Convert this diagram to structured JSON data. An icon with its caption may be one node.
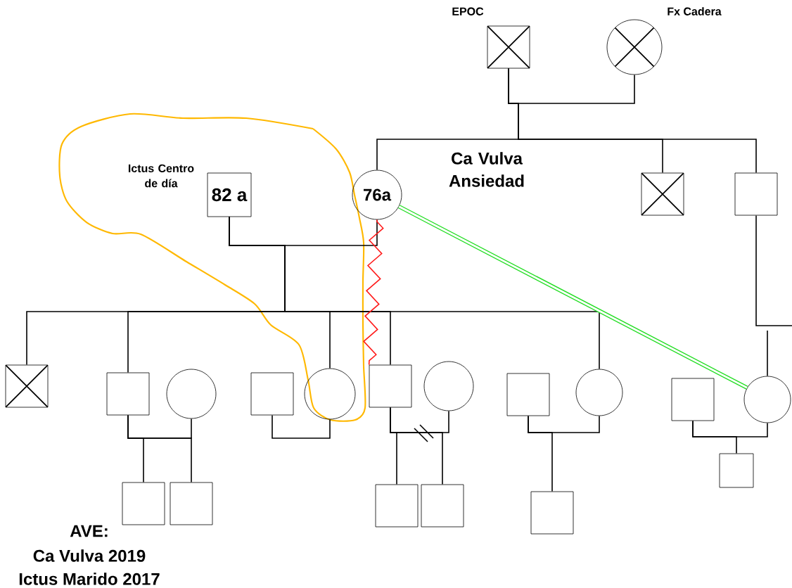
{
  "diagram": {
    "nodes": [
      {
        "text": [
          "EPOC"
        ]
      },
      {
        "text": [
          "Fx Cadera"
        ]
      },
      {
        "text": [
          "82 a"
        ],
        "beside": [
          "Ictus Centro de día"
        ]
      },
      {
        "text": [
          "76a"
        ],
        "beside": [
          "Ca Vulva Ansiedad"
        ]
      },
      {
        "text": [],
        "shape": "box"
      },
      {
        "text": [],
        "shape": "box"
      },
      {
        "text": [],
        "shape": "box"
      },
      {
        "text": [],
        "shape": "box"
      },
      {
        "text": [],
        "shape": "circle"
      },
      {
        "text": [],
        "shape": "box"
      },
      {
        "text": [],
        "shape": "circle"
      },
      {
        "text": [],
        "shape": "box"
      },
      {
        "text": [],
        "shape": "circle"
      },
      {
        "text": [],
        "shape": "box"
      },
      {
        "text": [],
        "shape": "circle"
      },
      {
        "text": [],
        "shape": "box"
      },
      {
        "text": [],
        "shape": "circle"
      },
      {
        "text": [],
        "shape": "box"
      },
      {
        "text": [],
        "shape": "box"
      },
      {
        "text": [],
        "shape": "box"
      },
      {
        "text": [],
        "shape": "box"
      },
      {
        "text": [],
        "shape": "box"
      },
      {
        "text": [],
        "shape": "box"
      }
    ],
    "edges": [
      {
        "from": 0,
        "to": 1,
        "arrow": "none"
      },
      {
        "from": 0,
        "to": 3,
        "arrow": "none"
      },
      {
        "from": 0,
        "to": 4,
        "arrow": "none"
      },
      {
        "from": 0,
        "to": 5,
        "arrow": "none"
      },
      {
        "from": 2,
        "to": 3,
        "arrow": "none"
      },
      {
        "from": 2,
        "to": 6,
        "arrow": "none"
      },
      {
        "from": 2,
        "to": 7,
        "arrow": "none"
      },
      {
        "from": 2,
        "to": 10,
        "arrow": "none"
      },
      {
        "from": 2,
        "to": 11,
        "arrow": "none"
      },
      {
        "from": 2,
        "to": 14,
        "arrow": "none"
      },
      {
        "from": 7,
        "to": 8,
        "arrow": "none"
      },
      {
        "from": 7,
        "to": 17,
        "arrow": "none"
      },
      {
        "from": 7,
        "to": 18,
        "arrow": "none"
      },
      {
        "from": 9,
        "to": 10,
        "arrow": "none"
      },
      {
        "from": 11,
        "to": 12,
        "arrow": "none"
      },
      {
        "from": 11,
        "to": 19,
        "arrow": "none"
      },
      {
        "from": 11,
        "to": 20,
        "arrow": "none"
      },
      {
        "from": 13,
        "to": 14,
        "arrow": "none"
      },
      {
        "from": 13,
        "to": 21,
        "arrow": "none"
      },
      {
        "from": 15,
        "to": 16,
        "arrow": "none"
      },
      {
        "from": 15,
        "to": 22,
        "arrow": "none"
      },
      {
        "from": 5,
        "to": null,
        "arrow": "none"
      },
      {
        "from": null,
        "to": 16,
        "arrow": "none"
      },
      {
        "from": 3,
        "to": 11,
        "arrow": "none",
        "color": "#ff1a1a"
      },
      {
        "from": 3,
        "to": 16,
        "arrow": "none",
        "style": "thick",
        "color": "#22dd22"
      }
    ],
    "labels": [
      "AVE:",
      "Ca Vulva 2019",
      "Ictus Marido 2017"
    ]
  }
}
